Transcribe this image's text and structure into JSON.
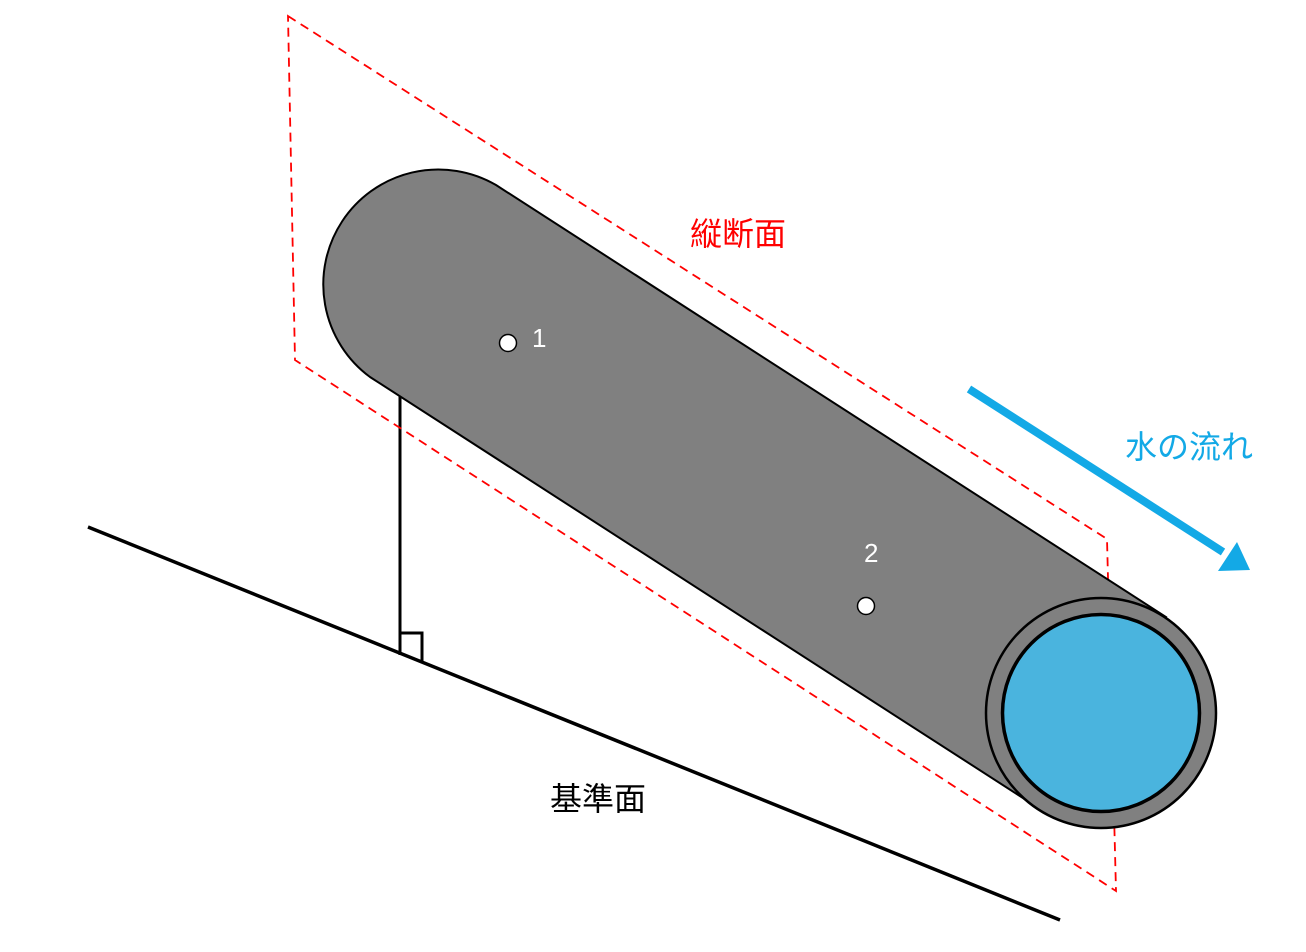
{
  "labels": {
    "longitudinal_section": "縦断面",
    "water_flow": "水の流れ",
    "datum_plane": "基準面",
    "point_1": "1",
    "point_2": "2"
  },
  "colors": {
    "pipe_body": "#808080",
    "pipe_outline": "#000000",
    "water": "#4ab4de",
    "section_plane": "#ff0000",
    "flow_arrow": "#13a9e6",
    "datum_line": "#000000",
    "point_fill": "#ffffff",
    "point_label": "#ffffff",
    "datum_label": "#000000"
  }
}
